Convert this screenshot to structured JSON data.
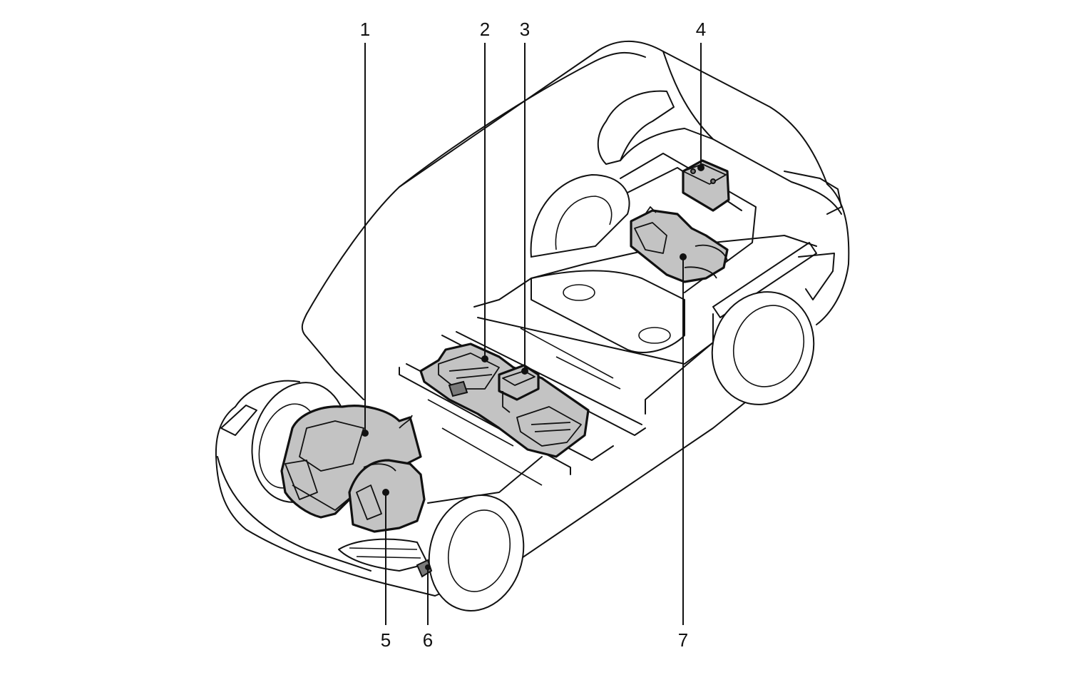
{
  "callouts": [
    {
      "id": "1",
      "label": "1"
    },
    {
      "id": "2",
      "label": "2"
    },
    {
      "id": "3",
      "label": "3"
    },
    {
      "id": "4",
      "label": "4"
    },
    {
      "id": "5",
      "label": "5"
    },
    {
      "id": "6",
      "label": "6"
    },
    {
      "id": "7",
      "label": "7"
    }
  ],
  "colors": {
    "line": "#111111",
    "component_fill": "#c3c3c3",
    "background": "#ffffff"
  }
}
